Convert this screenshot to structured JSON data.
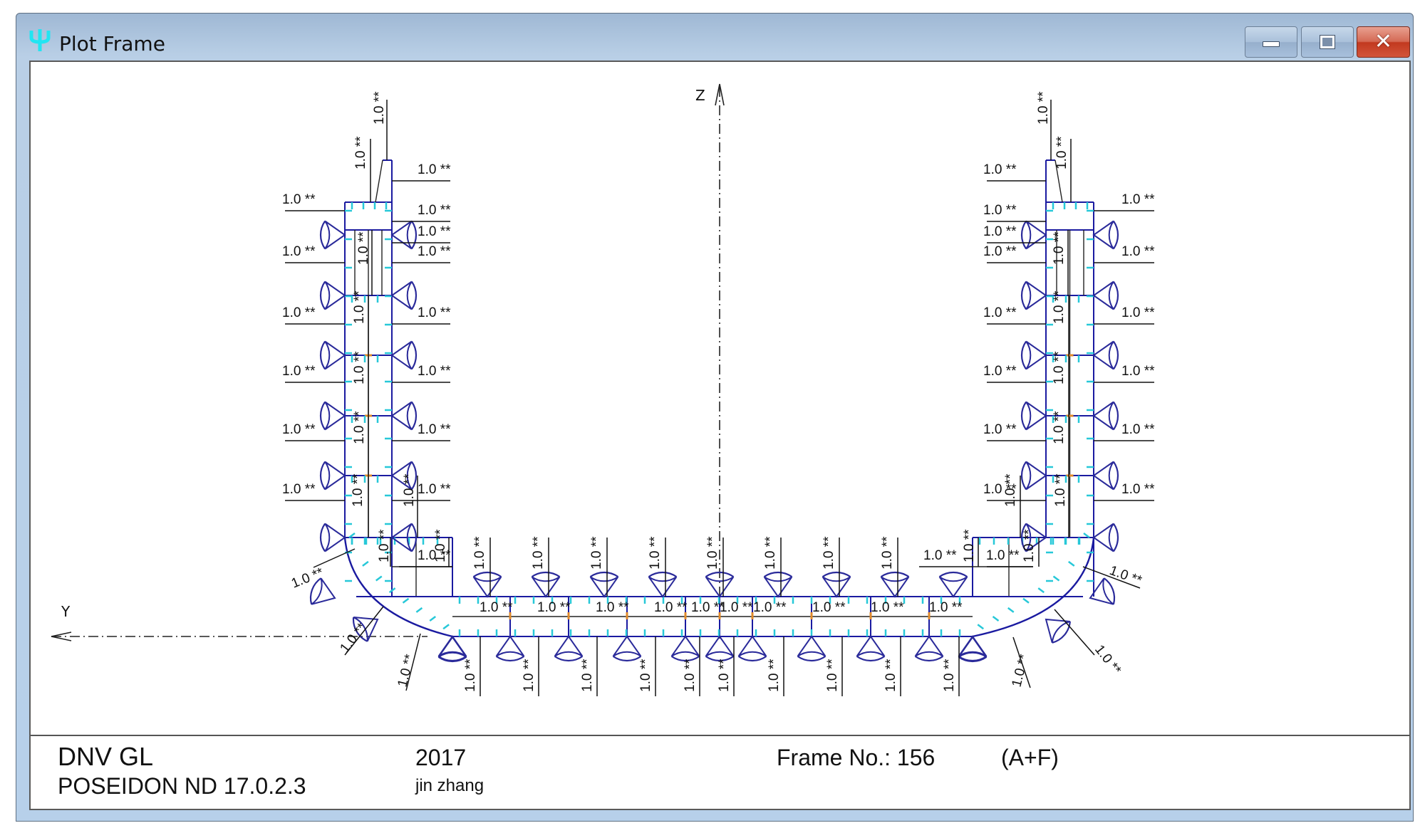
{
  "window": {
    "title": "Plot Frame",
    "app_icon": "trident-psi-icon",
    "controls": {
      "minimize": "minimize",
      "maximize": "maximize",
      "close": "close"
    }
  },
  "drawing": {
    "axes": {
      "vertical": "Z",
      "horizontal": "Y"
    },
    "scantling_label": "1.0 **",
    "scantling_value": "1.0",
    "scantling_suffix": "**",
    "colors": {
      "plate": "#1a1aa0",
      "stiffener_tick": "#27c8d8",
      "bracket": "#2a2a9a",
      "leader": "#111111",
      "weld_marker": "#e08a2a"
    }
  },
  "footer": {
    "company": "DNV GL",
    "product": "POSEIDON ND 17.0.2.3",
    "year": "2017",
    "user": "jin zhang",
    "frame_label": "Frame No.: 156",
    "frame_number": "156",
    "condition": "(A+F)"
  }
}
